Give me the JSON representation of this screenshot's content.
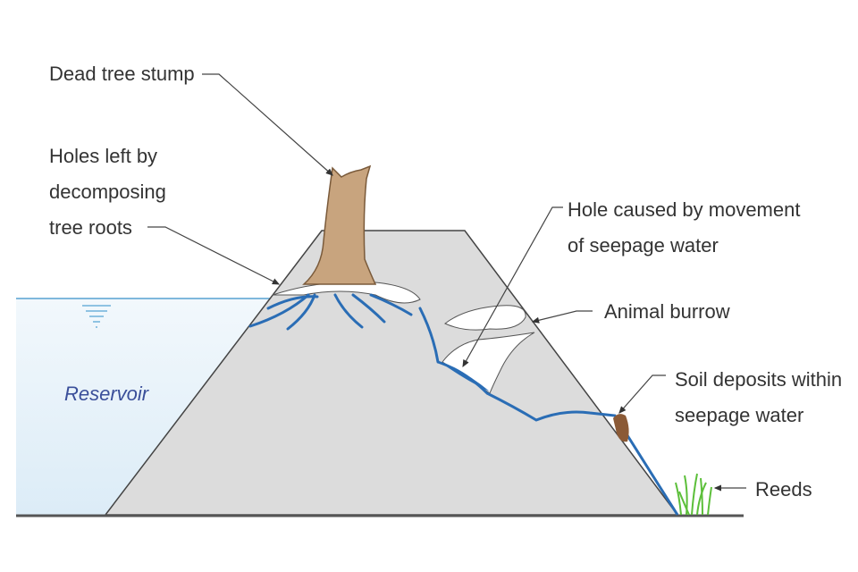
{
  "labels": {
    "dead_tree_stump": "Dead tree stump",
    "holes_roots": [
      "Holes left by",
      "decomposing",
      "tree roots"
    ],
    "hole_seepage": [
      "Hole caused by movement",
      "of seepage water"
    ],
    "animal_burrow": "Animal burrow",
    "soil_deposits": [
      "Soil deposits within",
      "seepage water"
    ],
    "reeds": "Reeds",
    "reservoir": "Reservoir"
  },
  "colors": {
    "dam": "#dcdcdc",
    "water": "#e3f1fa",
    "seepage": "#2a6db5",
    "stump": "#c8a47e",
    "soil": "#8b5a36",
    "reeds": "#5cbf3a"
  }
}
